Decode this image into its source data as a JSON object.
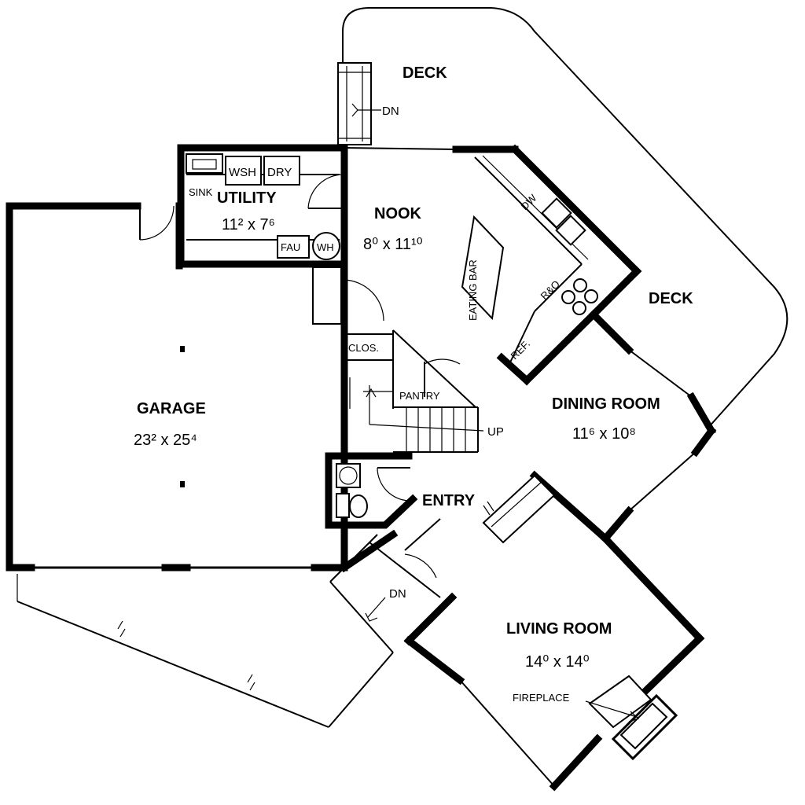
{
  "rooms": {
    "deck_top": "DECK",
    "deck_right": "DECK",
    "utility": {
      "label": "UTILITY",
      "dim": "11² x 7⁶"
    },
    "nook": {
      "label": "NOOK",
      "dim": "8⁰ x 11¹⁰"
    },
    "garage": {
      "label": "GARAGE",
      "dim": "23² x 25⁴"
    },
    "dining": {
      "label": "DINING ROOM",
      "dim": "11⁶ x 10⁸"
    },
    "living": {
      "label": "LIVING ROOM",
      "dim": "14⁰ x 14⁰"
    },
    "entry": "ENTRY",
    "pantry": "PANTRY",
    "closet": "CLOS."
  },
  "fixtures": {
    "washer": "WSH",
    "dryer": "DRY",
    "sink": "SINK",
    "furnace": "FAU",
    "water_heater": "WH",
    "dishwasher": "DW",
    "range_oven": "R&O",
    "refrigerator": "REF.",
    "eating_bar": "EATING BAR",
    "fireplace": "FIREPLACE"
  },
  "stairs": {
    "down_top": "DN",
    "up": "UP",
    "down_bottom": "DN"
  }
}
